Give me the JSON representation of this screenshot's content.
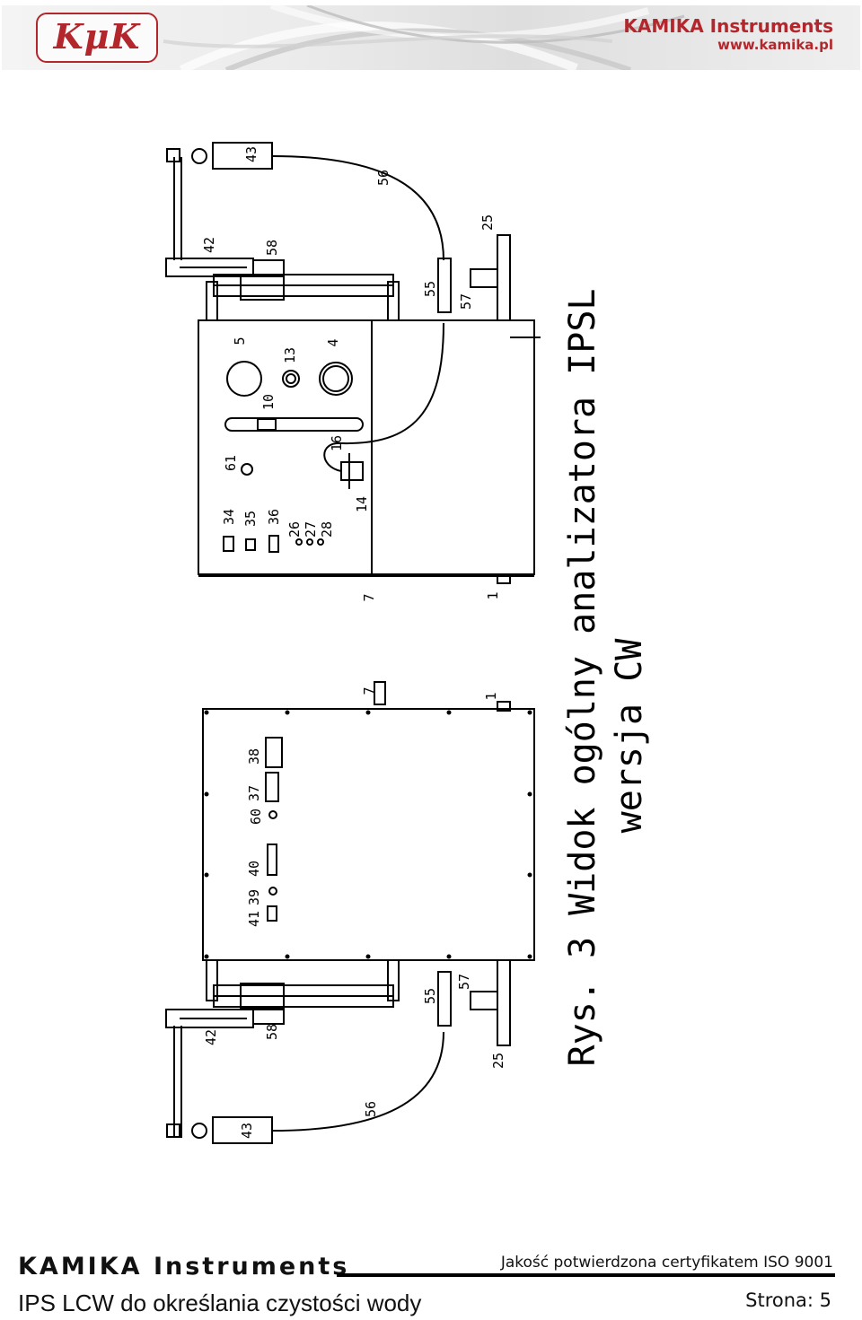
{
  "header": {
    "logo_text": "KμK",
    "brand_name": "KAMIKA Instruments",
    "brand_url": "www.kamika.pl"
  },
  "drawing": {
    "caption_line1": "Rys. 3 Widok ogólny analizatora IPSL",
    "caption_line2": "wersja CW",
    "right_view_labels": [
      "43",
      "56",
      "42",
      "58",
      "25",
      "55",
      "57",
      "5",
      "13",
      "4",
      "10",
      "61",
      "16",
      "34",
      "35",
      "36",
      "26",
      "27",
      "28",
      "14",
      "7",
      "1"
    ],
    "left_view_labels": [
      "7",
      "1",
      "38",
      "37",
      "60",
      "40",
      "41",
      "39",
      "55",
      "57",
      "42",
      "58",
      "25",
      "56",
      "43"
    ]
  },
  "footer": {
    "company": "KAMIKA Instruments",
    "quality": "Jakość potwierdzona certyfikatem ISO 9001",
    "product": "IPS LCW do określania czystości wody",
    "page_label": "Strona: 5"
  },
  "colors": {
    "brand_red": "#b3262c",
    "line": "#000000"
  }
}
